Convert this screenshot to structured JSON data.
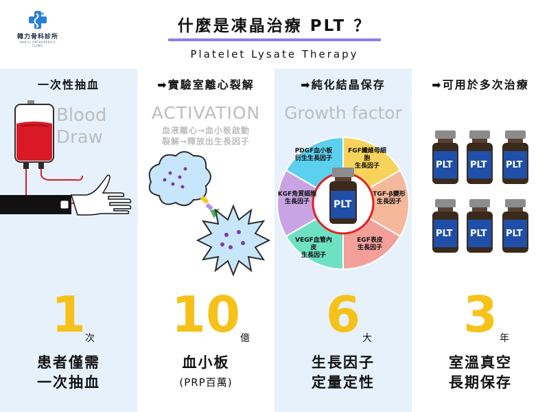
{
  "logo": {
    "name": "韓力骨科診所",
    "subtitle": "HAN LI ORTHOPEDICS CLINIC"
  },
  "title": {
    "main": "什麼是凍晶治療 PLT ？",
    "subtitle": "Platelet Lysate Therapy"
  },
  "columns": [
    {
      "heading": "一次性抽血",
      "illustration_text": [
        "Blood",
        "Draw"
      ],
      "number": "1",
      "unit": "次",
      "description": [
        "患者僅需",
        "一次抽血"
      ]
    },
    {
      "heading": "➡實驗室離心裂解",
      "illustration_title": "ACTIVATION",
      "illustration_lines": [
        "血液離心→血小板啟動",
        "裂解→釋放出生長因子"
      ],
      "number": "10",
      "unit": "億",
      "description": [
        "血小板"
      ],
      "description_sub": "(PRP百萬)"
    },
    {
      "heading": "➡純化結晶保存",
      "illustration_title": "Growth factor",
      "wheel_labels": [
        [
          "PDGF血小板",
          "衍生生長因子"
        ],
        [
          "FGF纖維母細胞",
          "生長因子"
        ],
        [
          "TGF-β變形",
          "生長因子"
        ],
        [
          "EGF表皮",
          "生長因子"
        ],
        [
          "VEGF血管內皮",
          "生長因子"
        ],
        [
          "KGF角質細胞",
          "生長因子"
        ]
      ],
      "wheel_colors": [
        "#5bd0ef",
        "#f7d35c",
        "#f5b89b",
        "#f3a09a",
        "#6ee0c3",
        "#c8a4e4"
      ],
      "vial_label": "PLT",
      "number": "6",
      "unit": "大",
      "description": [
        "生長因子",
        "定量定性"
      ]
    },
    {
      "heading": "➡可用於多次治療",
      "vial_label": "PLT",
      "number": "3",
      "unit": "年",
      "description": [
        "室溫真空",
        "長期保存"
      ]
    }
  ],
  "colors": {
    "accent_number": "#f6c21a",
    "title_underline": "#8a7ee6",
    "panel_blue": "#e6f1fc"
  }
}
